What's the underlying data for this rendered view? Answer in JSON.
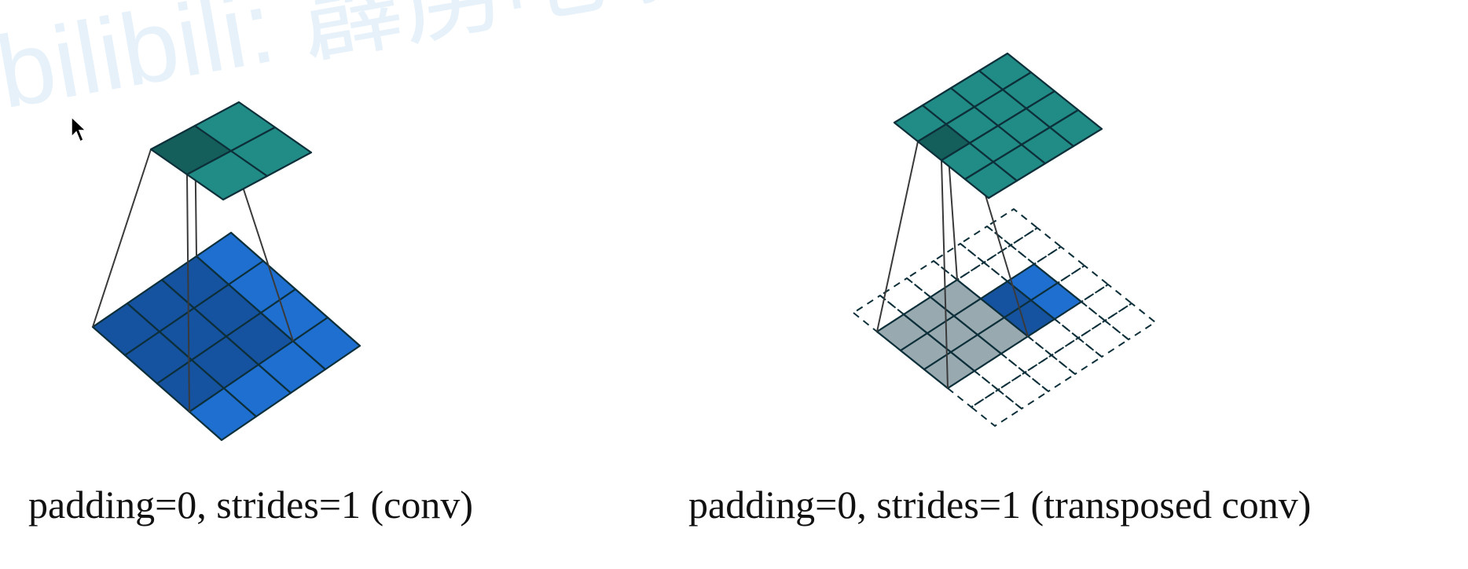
{
  "watermark": {
    "text": "bilibili: 霹雳吧啦"
  },
  "captions": {
    "left": "padding=0, strides=1 (conv)",
    "right": "padding=0, strides=1 (transposed conv)"
  },
  "colors": {
    "blue_cell": "#1e6fd0",
    "blue_dark": "#1552a0",
    "teal_cell": "#208c85",
    "teal_dark": "#145f5b",
    "gray_cell": "#98a9b0",
    "grid_line": "#0d2f3a"
  },
  "icons": {
    "cursor": "mouse-pointer-icon"
  }
}
